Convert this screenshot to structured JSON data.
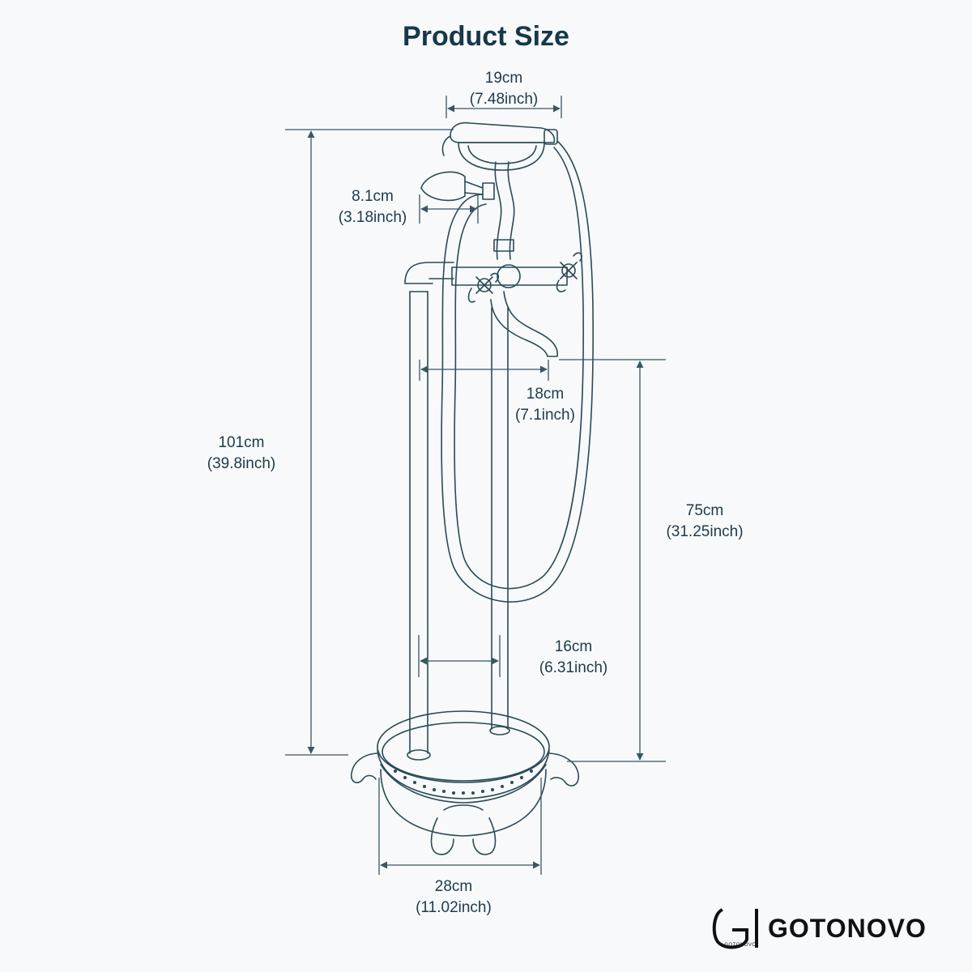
{
  "title": "Product Size",
  "dimensions": {
    "top_width": {
      "metric": "19cm",
      "imperial": "(7.48inch)"
    },
    "shower_head": {
      "metric": "8.1cm",
      "imperial": "(3.18inch)"
    },
    "spout_reach": {
      "metric": "18cm",
      "imperial": "(7.1inch)"
    },
    "total_height": {
      "metric": "101cm",
      "imperial": "(39.8inch)"
    },
    "spout_height": {
      "metric": "75cm",
      "imperial": "(31.25inch)"
    },
    "pipe_spacing": {
      "metric": "16cm",
      "imperial": "(6.31inch)"
    },
    "base_width": {
      "metric": "28cm",
      "imperial": "(11.02inch)"
    }
  },
  "brand": {
    "name": "GOTONOVO",
    "mark_letter": "G",
    "mark_small_text": "GOTONOVO"
  },
  "colors": {
    "line": "#2b4a57",
    "dim_line": "#3a5663",
    "text": "#1e3a4a",
    "background": "#f7f9fb"
  }
}
